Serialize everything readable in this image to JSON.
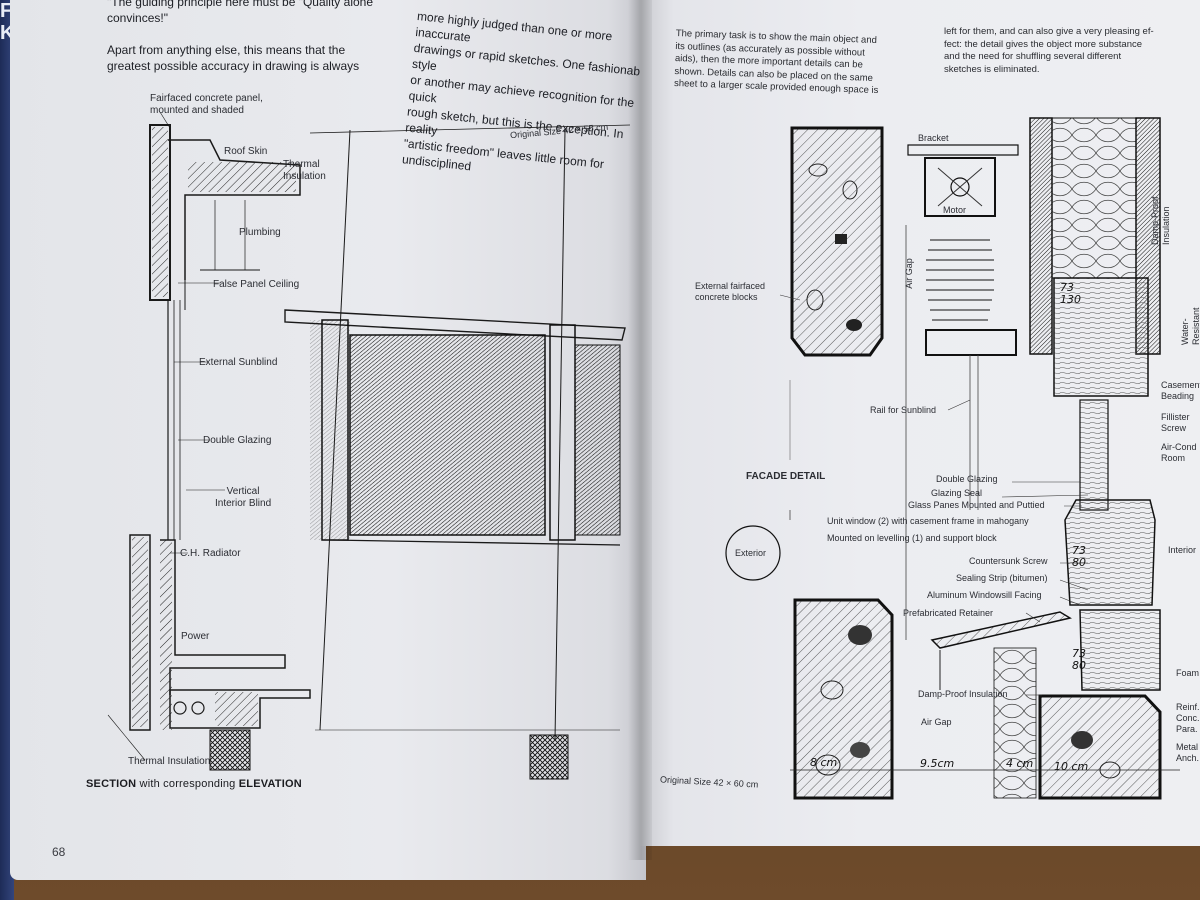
{
  "left_page": {
    "col1_text": "\"The guiding principle here must be \"Quality alone\nconvinces!\"\n\nApart from anything else, this means that the\ngreatest possible accuracy in drawing is always",
    "col2_text": "more highly judged than one or more inaccurate\ndrawings or rapid sketches. One fashionable style\nor another may achieve recognition for the quick\nrough sketch, but this is the exception. In reality\n\"artistic freedom\" leaves little room for undisciplined",
    "labels": {
      "fairfaced": "Fairfaced concrete panel,\nmounted and shaded",
      "roof_skin": "Roof Skin",
      "thermal_insulation_top": "Thermal\nInsulation",
      "plumbing": "Plumbing",
      "false_panel_ceiling": "False Panel Ceiling",
      "external_sunblind": "External Sunblind",
      "double_glazing": "Double Glazing",
      "vertical_blind": "Vertical\nInterior Blind",
      "radiator": "C.H. Radiator",
      "power": "Power",
      "thermal_insulation_bottom": "Thermal Insulation",
      "original_size": "Original Size 42 × 55 cm"
    },
    "caption": {
      "part1": "SECTION",
      "part2": " with corresponding ",
      "part3": "ELEVATION"
    },
    "page_number": "68"
  },
  "right_page": {
    "col1_text": "The primary task is to show the main object and\nits outlines (as accurately as possible without\naids), then the more important details can be\nshown. Details can also be placed on the same\nsheet to a larger scale provided enough space is",
    "col2_text": "left for them, and can also give a very pleasing ef-\nfect: the detail gives the object more substance\nand the need for shuffling several different\nsketches is eliminated.",
    "labels": {
      "bracket": "Bracket",
      "motor": "Motor",
      "air_gap_top": "Air Gap",
      "external_fairfaced": "External fairfaced\nconcrete blocks",
      "rail_sunblind": "Rail for Sunblind",
      "facade_detail": "FACADE DETAIL",
      "damp_proof_top": "Damp-Proof Insulation",
      "water_resistant": "Water-Resistant\nChipboard",
      "casement": "Casement\nBeading",
      "fillister": "Fillister\nScrew",
      "air_con": "Air-Cond\nRoom",
      "double_glazing": "Double Glazing",
      "glazing_seal": "Glazing Seal",
      "glass_panes": "Glass Panes Mounted and Puttied",
      "unit_window": "Unit window (2) with casement frame in mahogany",
      "mounted_levelling": "Mounted on levelling (1) and support block",
      "exterior": "Exterior",
      "interior": "Interior",
      "countersunk": "Countersunk Screw",
      "sealing_strip": "Sealing Strip (bitumen)",
      "windowsill": "Aluminum Windowsill Facing",
      "prefab_retainer": "Prefabricated Retainer",
      "damp_proof_bottom": "Damp-Proof Insulation",
      "air_gap_bottom": "Air Gap",
      "foam": "Foam",
      "reinf": "Reinf.\nConc.\nPara.",
      "metal_anchor": "Metal\nAnch.",
      "original_size": "Original Size 42 × 60 cm"
    },
    "handwritten": {
      "d1": "73\n130",
      "d2": "73\n80",
      "d3": "73\n80",
      "m1": "9.5cm",
      "m2": "4 cm",
      "m3": "10 cm",
      "m4": "8 cm"
    }
  },
  "spine_text": "F\nK"
}
